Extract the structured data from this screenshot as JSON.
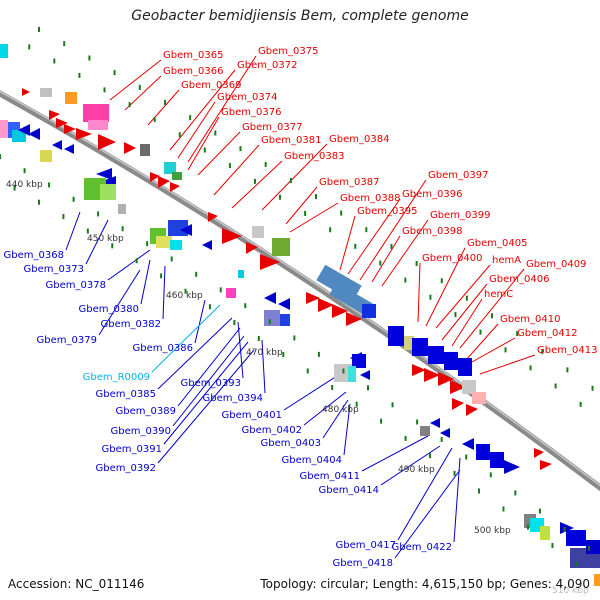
{
  "title": "Geobacter bemidjiensis Bem, complete genome",
  "accession_text": "Accession: NC_011146",
  "topology_text": "Topology: circular; Length: 4,615,150 bp; Genes: 4,090",
  "colors": {
    "forward": "#e60000",
    "reverse": "#0000cc",
    "rna_label": "#00b4e6",
    "backbone": "#999999",
    "tick": "#1a7a1a"
  },
  "kbp_labels": [
    "440 kbp",
    "450 kbp",
    "460 kbp",
    "470 kbp",
    "480 kbp",
    "490 kbp",
    "500 kbp",
    "510 kbp"
  ],
  "forward_genes": [
    "Gbem_0365",
    "Gbem_0366",
    "Gbem_0369",
    "Gbem_0372",
    "Gbem_0374",
    "Gbem_0375",
    "Gbem_0376",
    "Gbem_0377",
    "Gbem_0381",
    "Gbem_0383",
    "Gbem_0384",
    "Gbem_0387",
    "Gbem_0388",
    "Gbem_0395",
    "Gbem_0396",
    "Gbem_0397",
    "Gbem_0398",
    "Gbem_0399",
    "Gbem_0400",
    "Gbem_0405",
    "hemA",
    "Gbem_0406",
    "hemC",
    "Gbem_0409",
    "Gbem_0410",
    "Gbem_0412",
    "Gbem_0413"
  ],
  "reverse_genes": [
    "Gbem_0368",
    "Gbem_0373",
    "Gbem_0378",
    "Gbem_0380",
    "Gbem_0382",
    "Gbem_0379",
    "Gbem_0386",
    "Gbem_R0009",
    "Gbem_0385",
    "Gbem_0393",
    "Gbem_0389",
    "Gbem_0394",
    "Gbem_0390",
    "Gbem_0401",
    "Gbem_0391",
    "Gbem_0402",
    "Gbem_0392",
    "Gbem_0403",
    "Gbem_0404",
    "Gbem_0411",
    "Gbem_0414",
    "Gbem_0417",
    "Gbem_0422",
    "Gbem_0418"
  ]
}
